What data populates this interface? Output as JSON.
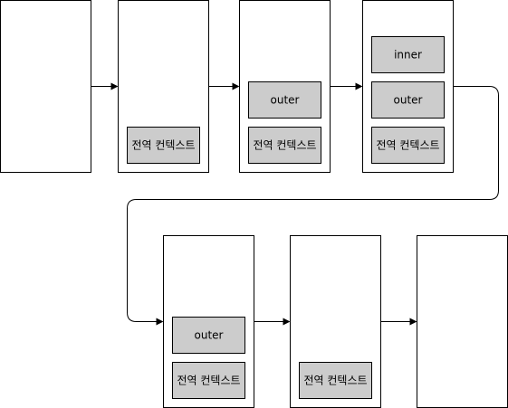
{
  "diagram": {
    "stacks": [
      {
        "frames": []
      },
      {
        "frames": [
          "전역 컨텍스트"
        ]
      },
      {
        "frames": [
          "outer",
          "전역 컨텍스트"
        ]
      },
      {
        "frames": [
          "inner",
          "outer",
          "전역 컨텍스트"
        ]
      },
      {
        "frames": [
          "outer",
          "전역 컨텍스트"
        ]
      },
      {
        "frames": [
          "전역 컨텍스트"
        ]
      },
      {
        "frames": []
      }
    ],
    "colors": {
      "frame_fill": "#cccccc",
      "stack_fill": "#ffffff",
      "line": "#000000"
    }
  }
}
